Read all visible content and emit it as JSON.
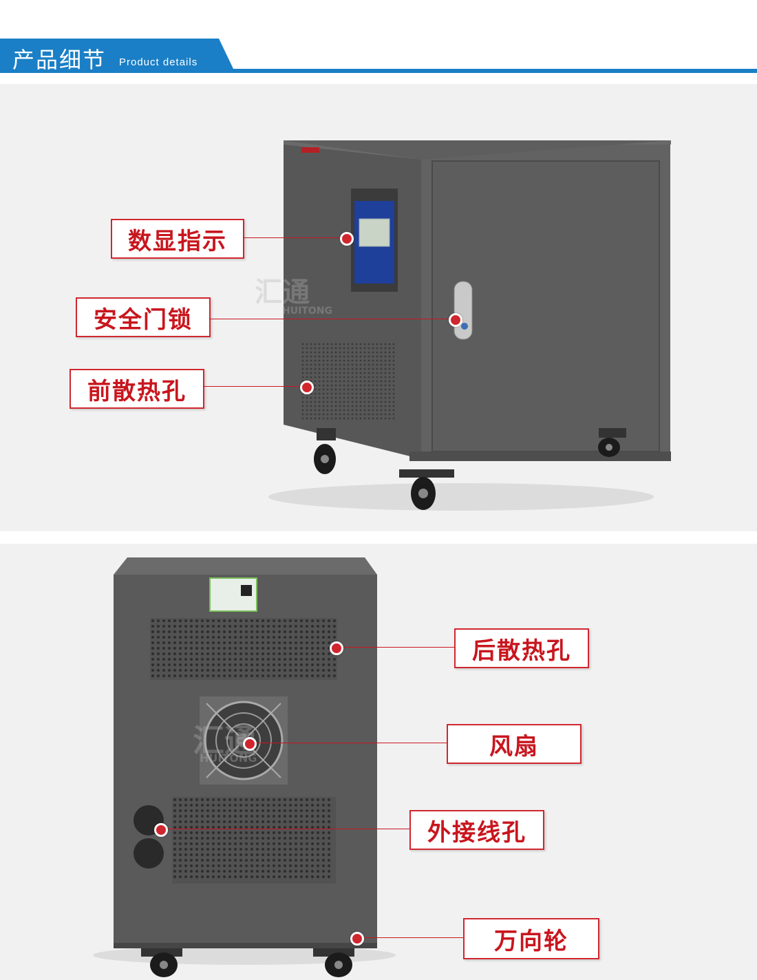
{
  "header": {
    "title_cn": "产品细节",
    "title_en": "Product details",
    "accent_color": "#1a7fc6"
  },
  "watermark": {
    "cn": "汇通",
    "en": "HUITONG"
  },
  "front_view": {
    "callouts": [
      {
        "label": "数显指示"
      },
      {
        "label": "安全门锁"
      },
      {
        "label": "前散热孔"
      }
    ]
  },
  "back_view": {
    "callouts": [
      {
        "label": "后散热孔"
      },
      {
        "label": "风扇"
      },
      {
        "label": "外接线孔"
      },
      {
        "label": "万向轮"
      }
    ]
  },
  "callout_color": "#c8161e"
}
